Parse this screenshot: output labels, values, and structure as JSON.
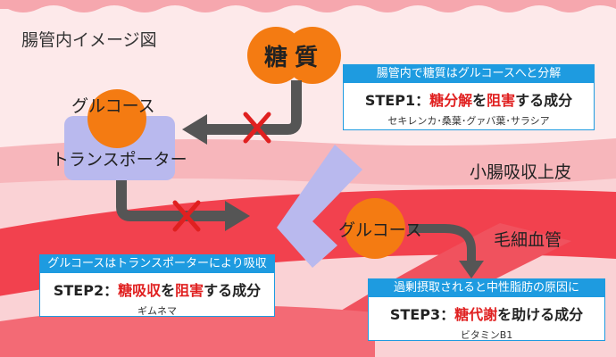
{
  "title": "腸管内イメージ図",
  "sugar_label": "糖質",
  "glucose_label": "グルコース",
  "transporter_label": "トランスポーター",
  "epithelium_label": "小腸吸収上皮",
  "capillary_label": "毛細血管",
  "step1": {
    "header": "腸管内で糖質はグルコースへと分解",
    "prefix": "STEP1：",
    "highlight1": "糖分解",
    "middle": "を",
    "highlight2": "阻害",
    "suffix": "する成分",
    "ingredients": "セキレンカ･桑葉･グァバ葉･サラシア"
  },
  "step2": {
    "header": "グルコースはトランスポーターにより吸収",
    "prefix": "STEP2：",
    "highlight1": "糖吸収",
    "middle": "を",
    "highlight2": "阻害",
    "suffix": "する成分",
    "ingredients": "ギムネマ"
  },
  "step3": {
    "header": "過剰摂取されると中性脂肪の原因に",
    "prefix": "STEP3：",
    "highlight1": "糖代謝",
    "suffix": "を助ける成分",
    "ingredients": "ビタミンB1"
  },
  "colors": {
    "lumen": "#fde9ea",
    "tissue": "#f7b6bb",
    "blood_vessel": "#f2414e",
    "glucose": "#f47b12",
    "transporter": "#b9b9ee",
    "arrow": "#555555",
    "blocked_mark": "#e02020",
    "box_accent": "#1e9be0",
    "highlight": "#e02020"
  }
}
